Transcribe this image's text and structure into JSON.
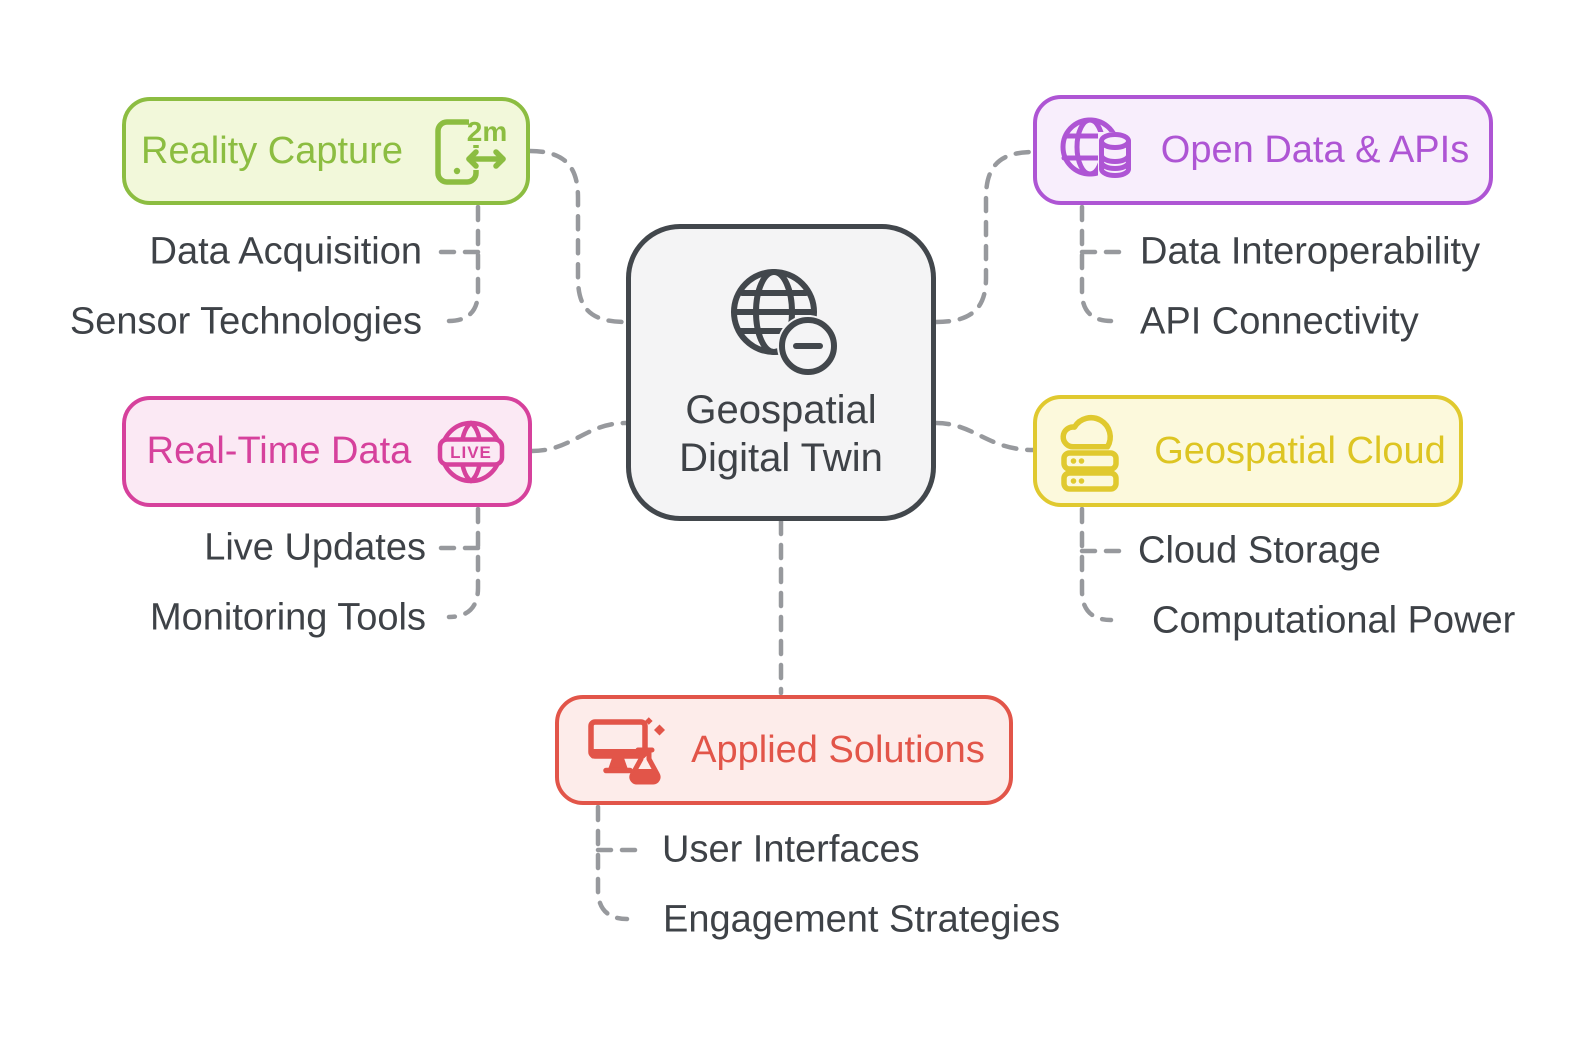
{
  "diagram": {
    "background_color": "#ffffff",
    "connector_color": "#97999d",
    "center": {
      "title_line1": "Geospatial",
      "title_line2": "Digital Twin",
      "icon": "globe-minus-icon",
      "border_color": "#42474c",
      "fill_color": "#f4f4f5",
      "text_color": "#3e4247"
    },
    "branches": [
      {
        "label": "Reality Capture",
        "icon": "phone-measure-icon",
        "icon_text": "2m",
        "position": "top-left",
        "border_color": "#8cbd41",
        "fill_color": "#f2f8da",
        "text_color": "#8cbd41",
        "children": [
          {
            "label": "Data Acquisition"
          },
          {
            "label": "Sensor Technologies"
          }
        ]
      },
      {
        "label": "Real-Time Data",
        "icon": "live-globe-icon",
        "icon_text": "LIVE",
        "position": "middle-left",
        "border_color": "#d6419c",
        "fill_color": "#fbe9f4",
        "text_color": "#d6419c",
        "children": [
          {
            "label": "Live Updates"
          },
          {
            "label": "Monitoring Tools"
          }
        ]
      },
      {
        "label": "Open Data & APIs",
        "icon": "globe-database-icon",
        "position": "top-right",
        "border_color": "#ae55d4",
        "fill_color": "#f8eefc",
        "text_color": "#ae55d4",
        "children": [
          {
            "label": "Data Interoperability"
          },
          {
            "label": "API Connectivity"
          }
        ]
      },
      {
        "label": "Geospatial Cloud",
        "icon": "cloud-server-icon",
        "position": "middle-right",
        "border_color": "#e0c92f",
        "fill_color": "#fcf9dc",
        "text_color": "#ddc522",
        "children": [
          {
            "label": "Cloud Storage"
          },
          {
            "label": "Computational Power"
          }
        ]
      },
      {
        "label": "Applied Solutions",
        "icon": "monitor-flask-icon",
        "position": "bottom-center",
        "border_color": "#e25549",
        "fill_color": "#fdecea",
        "text_color": "#e25549",
        "children": [
          {
            "label": "User Interfaces"
          },
          {
            "label": "Engagement Strategies"
          }
        ]
      }
    ]
  }
}
